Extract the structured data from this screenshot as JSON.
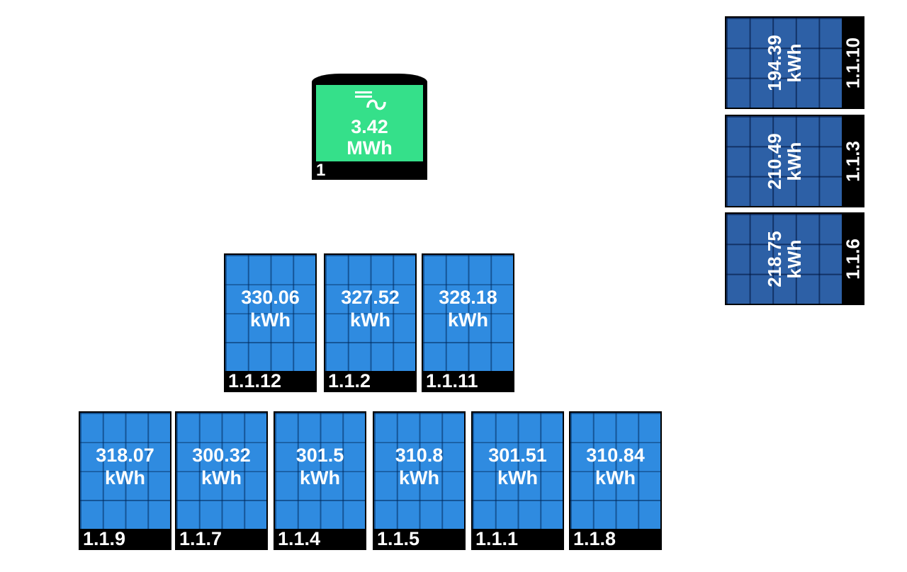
{
  "inverter": {
    "value": "3.42",
    "unit": "MWh",
    "id": "1",
    "icon": "inverter-icon",
    "color": "#35e08a"
  },
  "panels_row1": [
    {
      "value": "330.06",
      "unit": "kWh",
      "id": "1.1.12"
    },
    {
      "value": "327.52",
      "unit": "kWh",
      "id": "1.1.2"
    },
    {
      "value": "328.18",
      "unit": "kWh",
      "id": "1.1.11"
    }
  ],
  "panels_row2": [
    {
      "value": "318.07",
      "unit": "kWh",
      "id": "1.1.9"
    },
    {
      "value": "300.32",
      "unit": "kWh",
      "id": "1.1.7"
    },
    {
      "value": "301.5",
      "unit": "kWh",
      "id": "1.1.4"
    },
    {
      "value": "310.8",
      "unit": "kWh",
      "id": "1.1.5"
    },
    {
      "value": "301.51",
      "unit": "kWh",
      "id": "1.1.1"
    },
    {
      "value": "310.84",
      "unit": "kWh",
      "id": "1.1.8"
    }
  ],
  "panels_vertical": [
    {
      "value": "194.39",
      "unit": "kWh",
      "id": "1.1.10"
    },
    {
      "value": "210.49",
      "unit": "kWh",
      "id": "1.1.3"
    },
    {
      "value": "218.75",
      "unit": "kWh",
      "id": "1.1.6"
    }
  ],
  "colors": {
    "panel": "#2f8be0",
    "panel_dark": "#2d60a6",
    "label_bg": "#000000"
  }
}
